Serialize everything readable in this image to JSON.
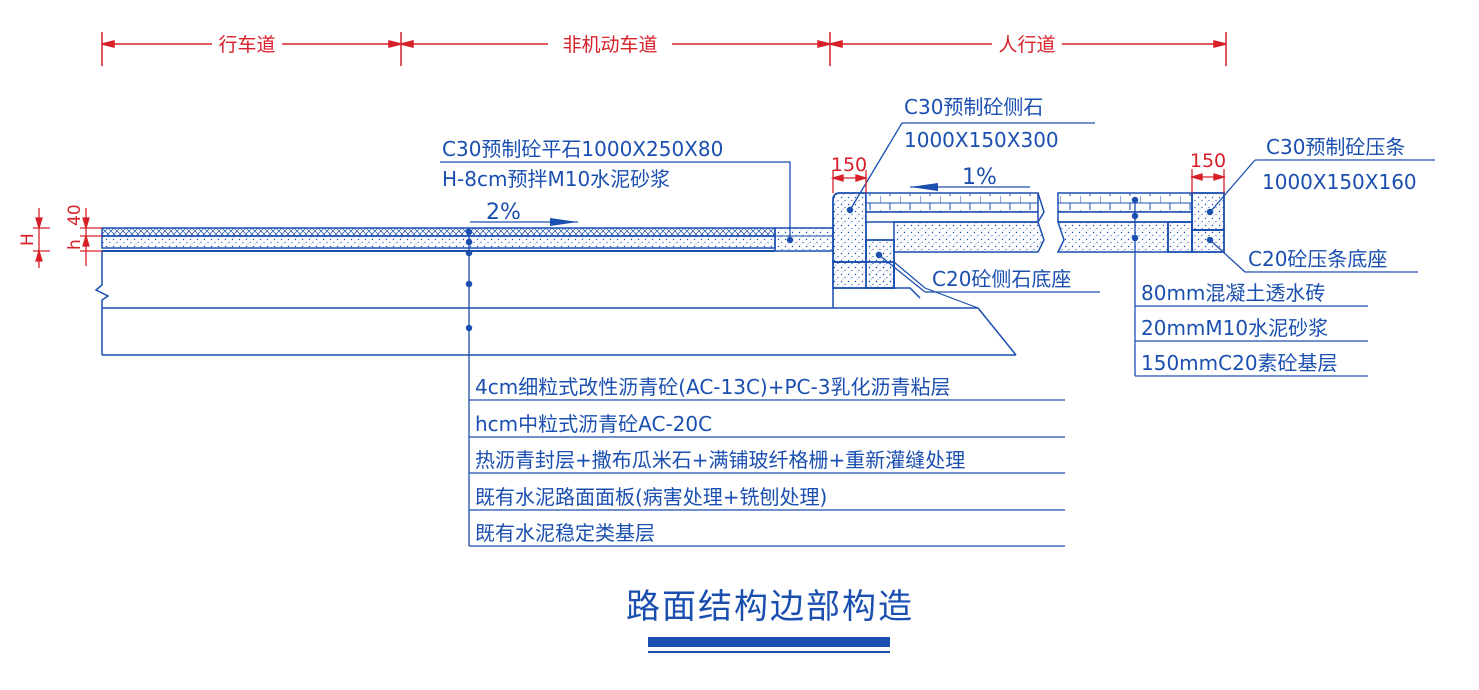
{
  "zones": {
    "carriageway": "行车道",
    "non_motor_lane": "非机动车道",
    "sidewalk": "人行道"
  },
  "callouts": {
    "flat_stone_line1": "C30预制砼平石1000X250X80",
    "flat_stone_line2": "H-8cm预拌M10水泥砂浆",
    "curb_line1": "C30预制砼侧石",
    "curb_line2": "1000X150X300",
    "press_strip_line1": "C30预制砼压条",
    "press_strip_line2": "1000X150X160",
    "curb_base": "C20砼侧石底座",
    "press_strip_base": "C20砼压条底座"
  },
  "dimensions": {
    "curb_width": "150",
    "strip_width": "150",
    "thickness_40": "40",
    "label_h": "h",
    "label_H": "H"
  },
  "slopes": {
    "road": "2%",
    "sidewalk": "1%"
  },
  "sidewalk_layers": [
    "80mm混凝土透水砖",
    "20mmM10水泥砂浆",
    "150mmC20素砼基层"
  ],
  "road_layers": [
    "4cm细粒式改性沥青砼(AC-13C)+PC-3乳化沥青粘层",
    "hcm中粒式沥青砼AC-20C",
    "热沥青封层+撒布瓜米石+满铺玻纤格栅+重新灌缝处理",
    "既有水泥路面面板(病害处理+铣刨处理)",
    "既有水泥稳定类基层"
  ],
  "title": "路面结构边部构造",
  "colors": {
    "line": "#1a4fb0",
    "dimension": "#d8202a",
    "background": "#ffffff"
  }
}
